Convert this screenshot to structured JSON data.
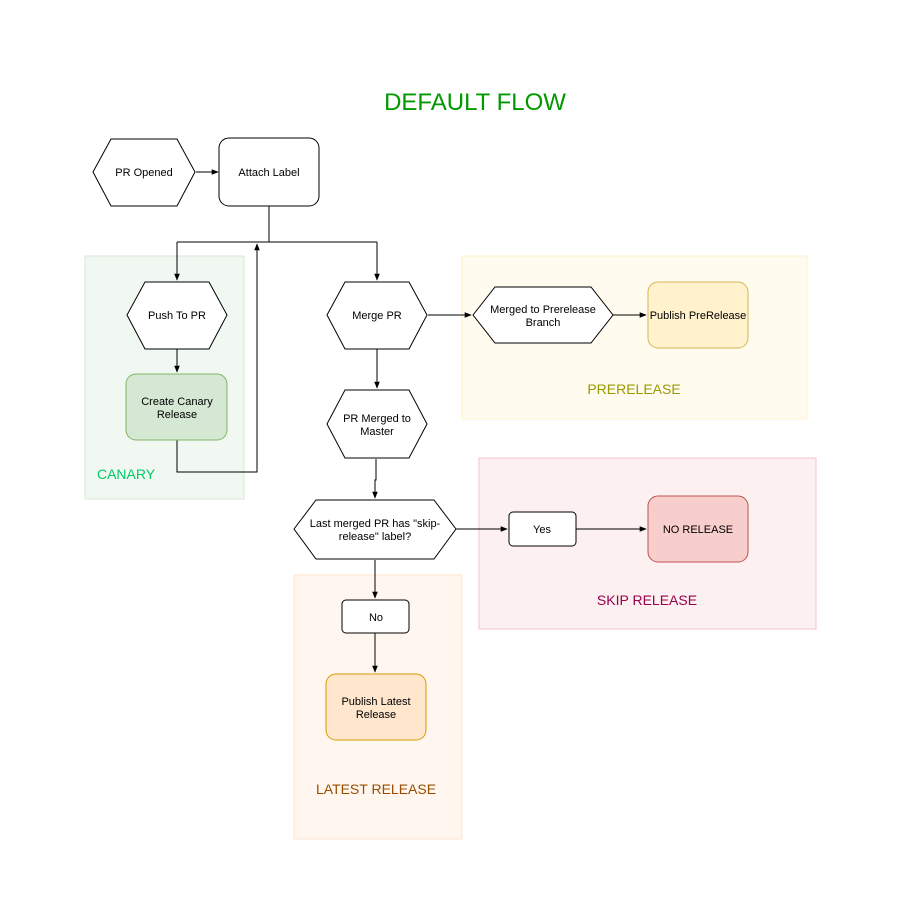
{
  "title": "DEFAULT FLOW",
  "title_color": "#009900",
  "groups": {
    "canary": {
      "label": "CANARY",
      "color": "#00cc66"
    },
    "prerelease": {
      "label": "PRERELEASE",
      "color": "#999900"
    },
    "skip_release": {
      "label": "SKIP RELEASE",
      "color": "#99004d"
    },
    "latest_release": {
      "label": "LATEST RELEASE",
      "color": "#994c00"
    }
  },
  "nodes": {
    "pr_opened": {
      "line1": "PR Opened"
    },
    "attach_label": {
      "line1": "Attach Label"
    },
    "push_to_pr": {
      "line1": "Push To PR"
    },
    "create_canary": {
      "line1": "Create Canary",
      "line2": "Release"
    },
    "merge_pr": {
      "line1": "Merge PR"
    },
    "merged_prerelease": {
      "line1": "Merged to Prerelease",
      "line2": "Branch"
    },
    "publish_prerelease": {
      "line1": "Publish PreRelease"
    },
    "pr_merged_master": {
      "line1": "PR Merged to",
      "line2": "Master"
    },
    "skip_check": {
      "line1": "Last merged PR has \"skip-",
      "line2": "release\" label?"
    },
    "yes": {
      "line1": "Yes"
    },
    "no_release": {
      "line1": "NO RELEASE"
    },
    "no": {
      "line1": "No"
    },
    "publish_latest": {
      "line1": "Publish Latest",
      "line2": "Release"
    }
  }
}
